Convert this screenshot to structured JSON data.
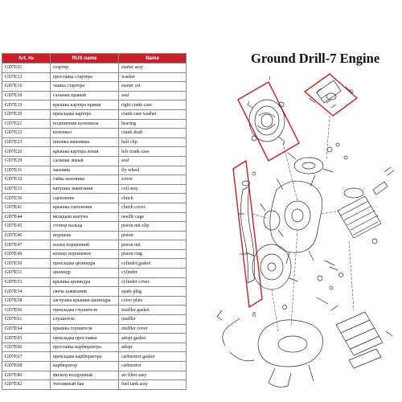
{
  "title": "Ground Drill-7 Engine",
  "table": {
    "headers": [
      "Art. №",
      "RUS name",
      "Name"
    ],
    "header_color": "#c8202b",
    "rows": [
      [
        "GD7E01",
        "стартер",
        "starter assy"
      ],
      [
        "GD7E12",
        "проставка стартера",
        "washer"
      ],
      [
        "GD7E16",
        "чашка стартера",
        "starter cat"
      ],
      [
        "GD7E18",
        "сальник правый",
        "seal"
      ],
      [
        "GD7E19",
        "крышка картера правая",
        "right crank case"
      ],
      [
        "GD7E20",
        "прокладка картера",
        "crank case washer"
      ],
      [
        "GD7E21",
        "подшипник коленвала",
        "bearing"
      ],
      [
        "GD7E22",
        "коленвал",
        "crank shaft"
      ],
      [
        "GD7E23",
        "шпонка маховика",
        "half clip"
      ],
      [
        "GD7E26",
        "крышка картера левая",
        "left crank case"
      ],
      [
        "GD7E29",
        "сальник левый",
        "seal"
      ],
      [
        "GD7E31",
        "маховик",
        "fly wheel"
      ],
      [
        "GD7E32",
        "гайка маховика",
        "screw"
      ],
      [
        "GD7E33",
        "катушка зажигания",
        "coil assy"
      ],
      [
        "GD7E36",
        "сцепление",
        "clutch"
      ],
      [
        "GD7E41",
        "крышка сцепления",
        "clutch cover"
      ],
      [
        "GD7E44",
        "вкладыш шатуна",
        "needle cage"
      ],
      [
        "GD7E45",
        "стопор пальца",
        "piston nut clip"
      ],
      [
        "GD7E46",
        "поршень",
        "piston"
      ],
      [
        "GD7E47",
        "палец поршневой",
        "piston nut"
      ],
      [
        "GD7E49",
        "кольцо поршневое",
        "piston ring"
      ],
      [
        "GD7E50",
        "прокладка цилиндра",
        "cylinder gasket"
      ],
      [
        "GD7E51",
        "цилиндр",
        "cylinder"
      ],
      [
        "GD7E53",
        "крышка цилиндра",
        "cylinder cover"
      ],
      [
        "GD7E54",
        "свеча зажигания",
        "spark plug"
      ],
      [
        "GD7E58",
        "заглушка крышки цилиндра",
        "cover plate"
      ],
      [
        "GD7E60",
        "прокладка глушителя",
        "muffler gasket"
      ],
      [
        "GD7E61",
        "глушитель",
        "muffler"
      ],
      [
        "GD7E64",
        "крышка глушителя",
        "muffler cover"
      ],
      [
        "GD7E65",
        "прокладка проставки",
        "adopt gasket"
      ],
      [
        "GD7E66",
        "проставка карбюратора",
        "adopt"
      ],
      [
        "GD7E67",
        "прокладка карбюратора",
        "carburetor gasket"
      ],
      [
        "GD7E68",
        "карбюратор",
        "carburetor"
      ],
      [
        "GD7E80",
        "фильтр воздушный",
        "air filter assy"
      ],
      [
        "GD7E82",
        "топливный бак",
        "fuel tank assy"
      ]
    ]
  },
  "diagram": {
    "labels": {
      "top_left": "1",
      "top_right": "68",
      "left": "82"
    },
    "highlight_color": "#c8202b"
  }
}
